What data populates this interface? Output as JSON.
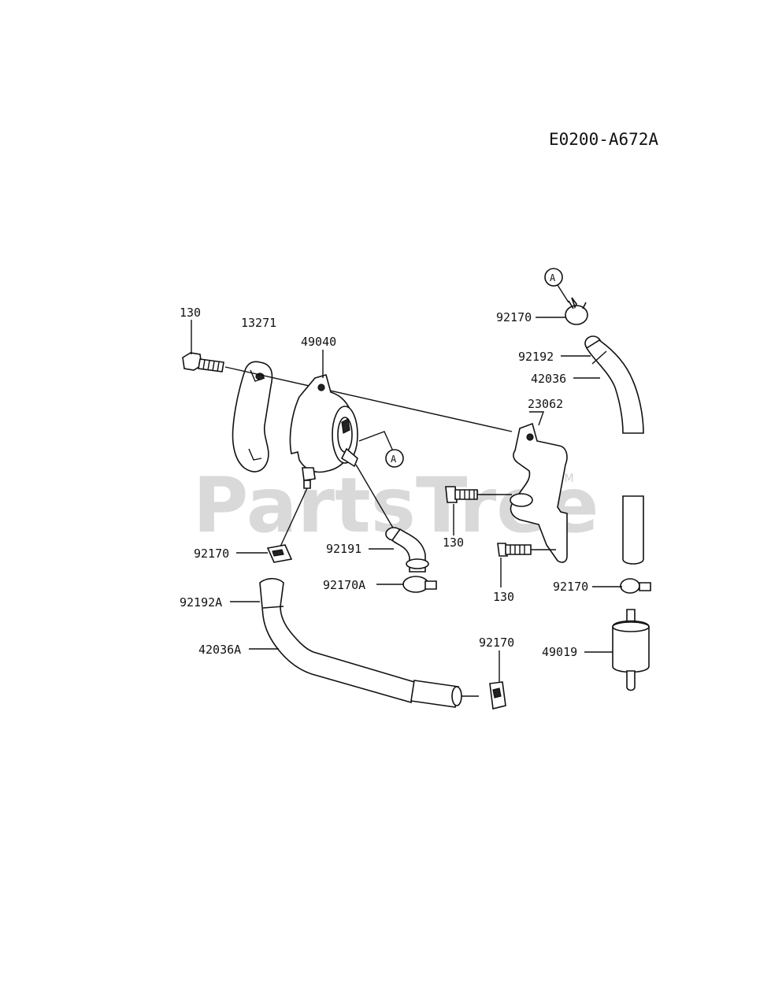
{
  "diagram": {
    "code": "E0200-A672A",
    "watermark": "PartsTree",
    "trademark": "TM",
    "callout_marker": "A"
  },
  "labels": {
    "l130_top": "130",
    "l13271": "13271",
    "l49040": "49040",
    "l92170_top": "92170",
    "l92192": "92192",
    "l42036": "42036",
    "l23062": "23062",
    "l130_mid": "130",
    "l130_bot": "130",
    "l92170_left": "92170",
    "l92191": "92191",
    "l92170A": "92170A",
    "l92192A": "92192A",
    "l42036A": "42036A",
    "l92170_bottom": "92170",
    "l92170_right": "92170",
    "l49019": "49019"
  }
}
